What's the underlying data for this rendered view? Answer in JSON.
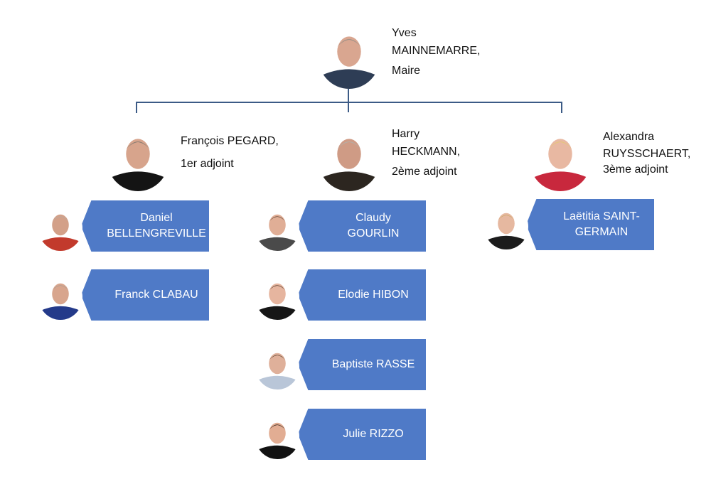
{
  "mayor": {
    "name_line1": "Yves",
    "name_line2": "MAINNEMARRE,",
    "role": "Maire",
    "colors": {
      "shirt": "#2e3d55",
      "hair": "#9a8f86",
      "skin": "#d9a690"
    }
  },
  "deputies": [
    {
      "name_line1": "François PEGARD,",
      "name_line2": "",
      "role": "1er adjoint",
      "colors": {
        "shirt": "#141414",
        "hair": "#8b7d72",
        "skin": "#d7a48c"
      }
    },
    {
      "name_line1": "Harry",
      "name_line2": "HECKMANN,",
      "role": "2ème adjoint",
      "colors": {
        "shirt": "#2c2620",
        "hair": "#b6aea6",
        "skin": "#cf9b85"
      }
    },
    {
      "name_line1": "Alexandra",
      "name_line2": "RUYSSCHAERT,",
      "role": "3ème adjoint",
      "colors": {
        "shirt": "#c8283d",
        "hair": "#e4c77a",
        "skin": "#e8b8a2"
      }
    }
  ],
  "councillors": {
    "col1": [
      {
        "line1": "Daniel",
        "line2": "BELLENGREVILLE",
        "colors": {
          "shirt": "#c23a2c",
          "hair": "#b3aba4",
          "skin": "#d3a088"
        }
      },
      {
        "line1": "Franck CLABAU",
        "line2": "",
        "colors": {
          "shirt": "#243a8a",
          "hair": "#a59c94",
          "skin": "#d8a58d"
        }
      }
    ],
    "col2": [
      {
        "line1": "Claudy GOURLIN",
        "line2": "",
        "colors": {
          "shirt": "#4a4a4a",
          "hair": "#5a3e2e",
          "skin": "#e0ae96"
        }
      },
      {
        "line1": "Elodie HIBON",
        "line2": "",
        "colors": {
          "shirt": "#161616",
          "hair": "#4b3426",
          "skin": "#e6b59f"
        }
      },
      {
        "line1": "Baptiste RASSE",
        "line2": "",
        "colors": {
          "shirt": "#b9c6d8",
          "hair": "#5c4330",
          "skin": "#dfb09a"
        }
      },
      {
        "line1": "Julie RIZZO",
        "line2": "",
        "colors": {
          "shirt": "#121212",
          "hair": "#2a1d16",
          "skin": "#e2ad93"
        }
      }
    ],
    "col3": [
      {
        "line1": "Laëtitia SAINT-",
        "line2": "GERMAIN",
        "colors": {
          "shirt": "#1c1c1c",
          "hair": "#c9a866",
          "skin": "#e6b8a0"
        }
      }
    ]
  },
  "theme": {
    "box_color": "#4f7ac7",
    "line_color": "#3c5b86"
  }
}
